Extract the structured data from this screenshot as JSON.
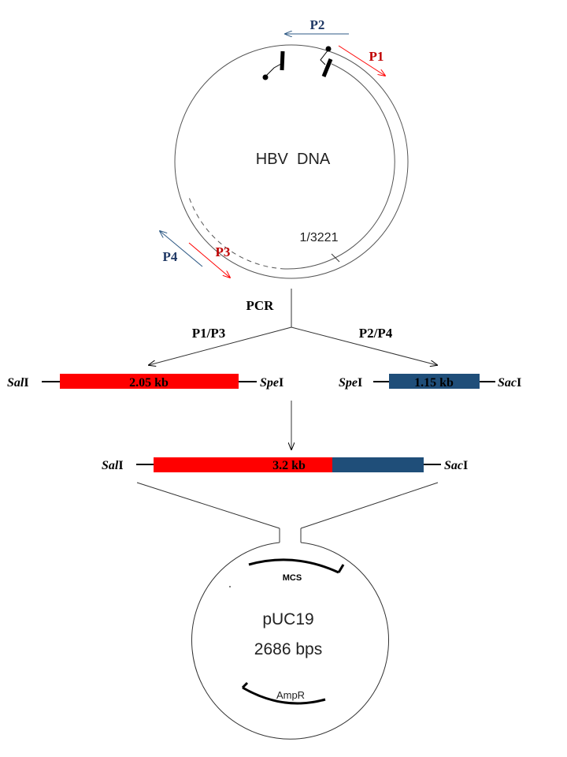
{
  "hbv": {
    "label": "HBV  DNA",
    "position_label": "1/3221",
    "primers": {
      "p1": "P1",
      "p2": "P2",
      "p3": "P3",
      "p4": "P4"
    }
  },
  "pcr": {
    "label": "PCR",
    "pair_left": "P1/P3",
    "pair_right": "P2/P4"
  },
  "fragments": {
    "left": {
      "size": "2.05 kb",
      "site_left": "Sal",
      "site_right": "Spe"
    },
    "right": {
      "size": "1.15 kb",
      "site_left": "Spe",
      "site_right": "Sac"
    },
    "fused": {
      "size": "3.2 kb",
      "site_left": "Sal",
      "site_right": "Sac"
    },
    "site_suffix": "I"
  },
  "vector": {
    "name": "pUC19",
    "size": "2686 bps",
    "mcs": "MCS",
    "marker": "AmpR"
  },
  "colors": {
    "red_fragment": "#ff0000",
    "blue_fragment": "#1f4e79",
    "p1_p3_label": "#c00000",
    "p2_p4_label": "#1f3864",
    "p2_p4_arrow": "#2e5984",
    "p1_p3_arrow": "#ff0000"
  }
}
